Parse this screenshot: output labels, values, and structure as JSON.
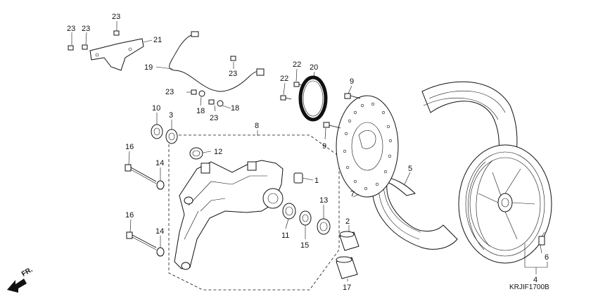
{
  "diagram_code": "KRJIF1700B",
  "front_marker": "FR.",
  "labels": {
    "p1": "1",
    "p2": "2",
    "p3": "3",
    "p4": "4",
    "p5": "5",
    "p6": "6",
    "p7": "7",
    "p8": "8",
    "p9a": "9",
    "p9b": "9",
    "p10": "10",
    "p11": "11",
    "p12": "12",
    "p13": "13",
    "p14a": "14",
    "p14b": "14",
    "p15": "15",
    "p16a": "16",
    "p16b": "16",
    "p17": "17",
    "p18a": "18",
    "p18b": "18",
    "p19": "19",
    "p20": "20",
    "p21": "21",
    "p22a": "22",
    "p22b": "22",
    "p23a": "23",
    "p23b": "23",
    "p23c": "23",
    "p23d": "23",
    "p23e": "23",
    "p23f": "23"
  }
}
